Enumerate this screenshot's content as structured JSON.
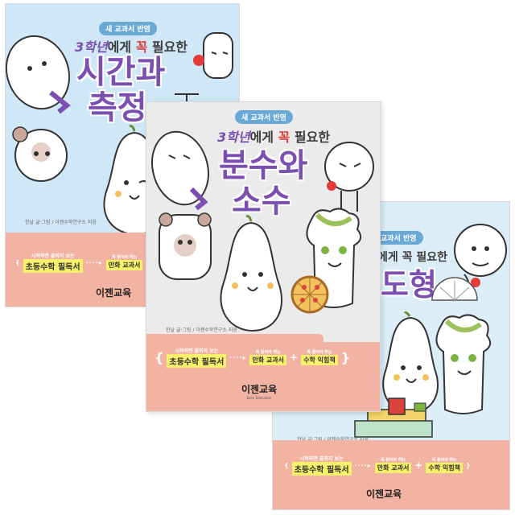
{
  "colors": {
    "book1_bg": "#cfe7f7",
    "book2_bg": "#ebebeb",
    "book3_bg": "#dbeef8",
    "bottom_band": "#f2b3a3",
    "title_purple": "#7b4fb0",
    "badge_blue": "#6aa9d6",
    "highlight_yellow": "#f7f06a"
  },
  "book_left": {
    "badge": "새 교과서 반영",
    "subtitle_grade": "3학년",
    "subtitle_mid": "에게 ",
    "subtitle_kkok": "꼭",
    "subtitle_end": " 필요한",
    "title_line1": "시간과",
    "title_line2": "측정",
    "credit": "한날 글·그림 / 이젠수학연구소 지음",
    "path_lead": "시작하면 끝까지 보는",
    "path_main": "초등수학 필독서",
    "path_small": "꼭 읽어야 하는",
    "path_right": "만화 교과서",
    "logo": "이젠교육"
  },
  "book_center": {
    "badge": "새 교과서 반영",
    "subtitle_grade": "3학년",
    "subtitle_mid": "에게 ",
    "subtitle_kkok": "꼭",
    "subtitle_end": " 필요한",
    "title_line1": "분수와",
    "title_line2": "소수",
    "credit": "한날 글·그림 / 이젠수학연구소 지음",
    "path_lead": "시작하면 끝까지 보는",
    "path_main": "초등수학 필독서",
    "path_dots": "····▸",
    "path_small1": "꼭 읽어야 하는",
    "path_item1": "만화 교과서",
    "path_plus": "+",
    "path_small2": "꼭 풀어야 하는",
    "path_item2": "수학 익힘책",
    "logo": "이젠교육",
    "logo_sub": "Ezen Education"
  },
  "book_right": {
    "badge": "교과서 반영",
    "subtitle": "에게 꼭 필요한",
    "title": "도형",
    "credit": "한날 글·그림 / 이젠수학연구소 지음",
    "path_lead": "시작하면 끝까지 보는",
    "path_main": "초등수학 필독서",
    "path_dots": "····▸",
    "path_small1": "꼭 읽어야 하는",
    "path_item1": "만화 교과서",
    "path_plus": "+",
    "path_small2": "꼭 풀어야 하는",
    "path_item2": "수학 익힘책",
    "logo": "이젠교육"
  }
}
